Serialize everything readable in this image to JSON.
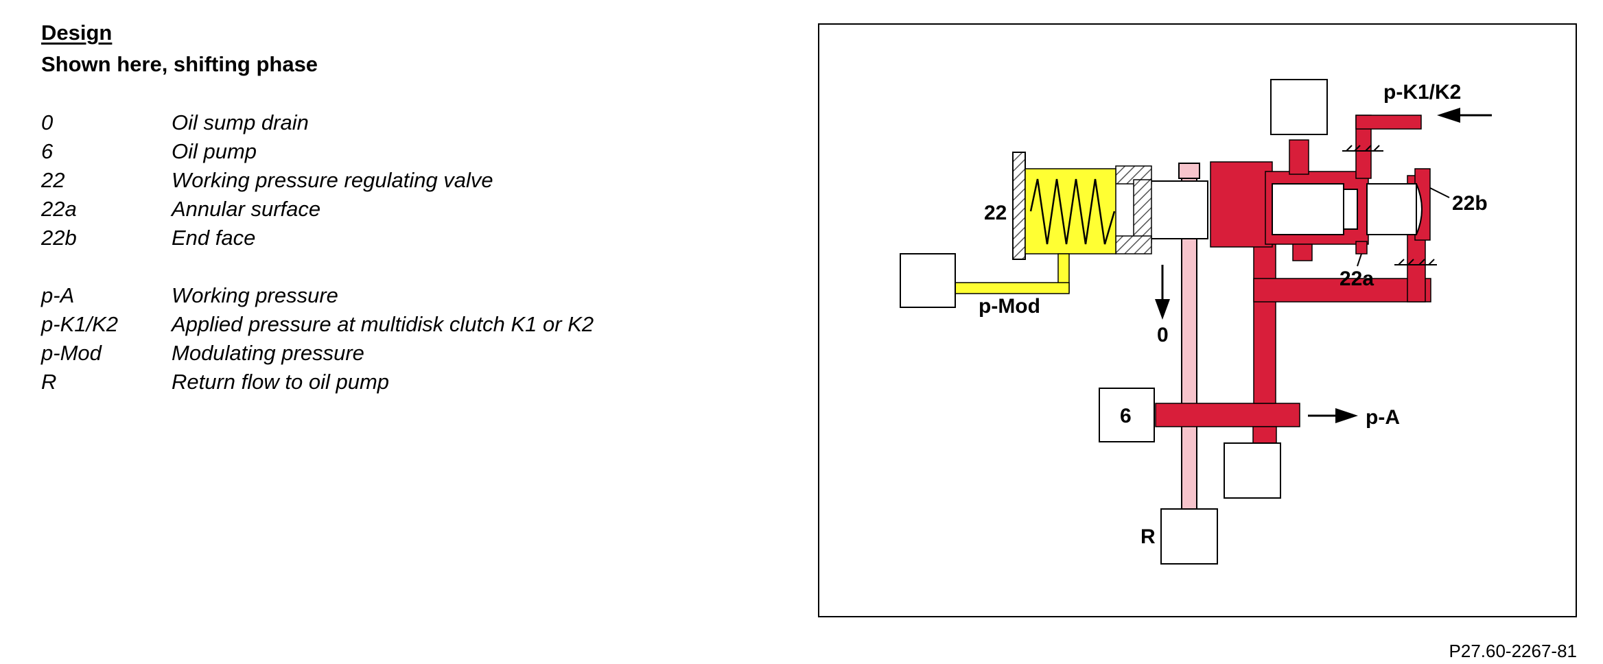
{
  "header": {
    "title": "Design",
    "subtitle": "Shown here, shifting phase"
  },
  "legend": {
    "group1": [
      {
        "code": "0",
        "desc": "Oil sump drain"
      },
      {
        "code": "6",
        "desc": "Oil pump"
      },
      {
        "code": "22",
        "desc": "Working pressure regulating valve"
      },
      {
        "code": "22a",
        "desc": "Annular surface"
      },
      {
        "code": "22b",
        "desc": "End face"
      }
    ],
    "group2": [
      {
        "code": "p-A",
        "desc": "Working pressure"
      },
      {
        "code": "p-K1/K2",
        "desc": "Applied pressure at multidisk clutch K1 or K2"
      },
      {
        "code": "p-Mod",
        "desc": "Modulating pressure"
      },
      {
        "code": "R",
        "desc": "Return flow to oil pump"
      }
    ]
  },
  "diagram": {
    "labels": {
      "pk1k2": "p-K1/K2",
      "v22": "22",
      "v22b": "22b",
      "v22a": "22a",
      "pmod": "p-Mod",
      "zero": "0",
      "six": "6",
      "pa": "p-A",
      "r": "R"
    },
    "colors": {
      "red": "#d81e3a",
      "yellow": "#ffff33",
      "pink": "#f7c4cc",
      "hatch": "#555555"
    }
  },
  "footer": {
    "reference": "P27.60-2267-81"
  }
}
